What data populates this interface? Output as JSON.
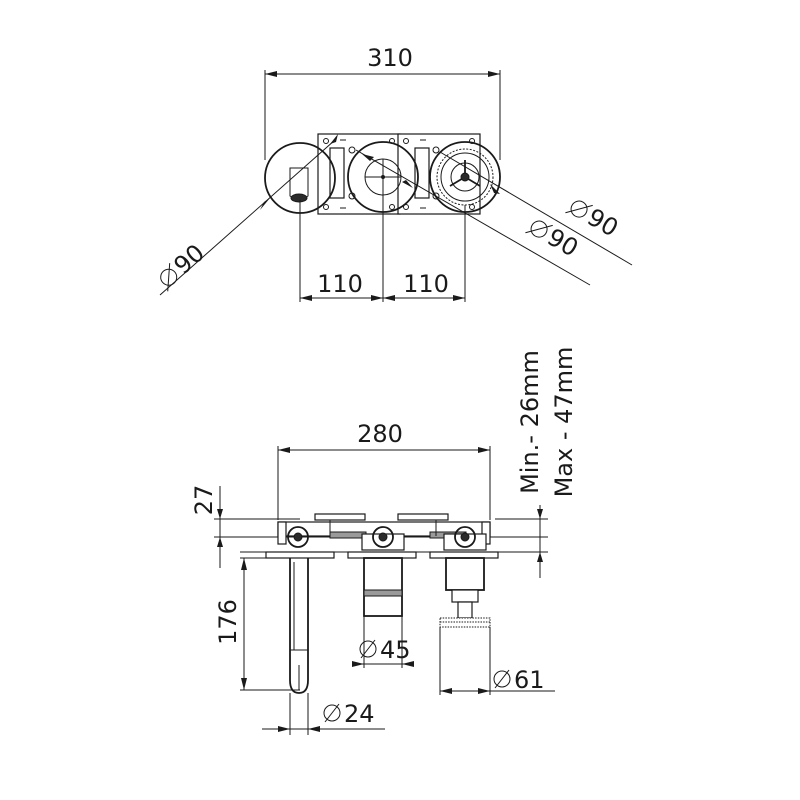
{
  "drawing": {
    "top_view": {
      "overall_width": "310",
      "spacing_left": "110",
      "spacing_right": "110",
      "diameter_spout": "90",
      "diameter_middle": "90",
      "diameter_right": "90"
    },
    "front_view": {
      "body_width": "280",
      "flange_height": "27",
      "spout_length": "176",
      "diameter_middle": "45",
      "diameter_right": "61",
      "diameter_spout": "24",
      "depth_min": "Min.- 26mm",
      "depth_max": "Max - 47mm"
    }
  }
}
